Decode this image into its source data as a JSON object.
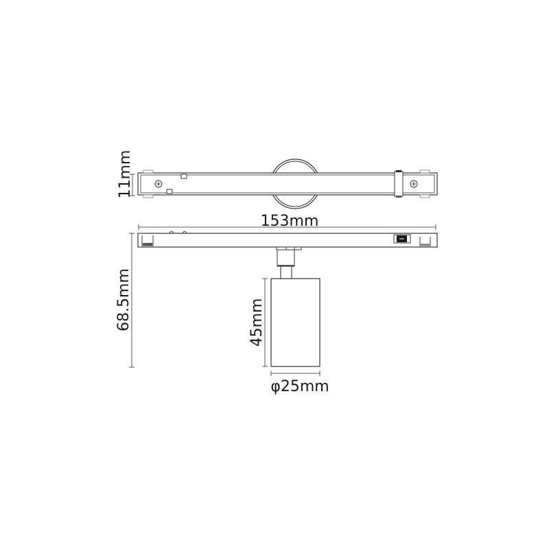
{
  "drawing": {
    "type": "technical-dimension-drawing",
    "subject": "magnetic track spotlight",
    "views": [
      "top-view",
      "side-view"
    ]
  },
  "dimensions": {
    "rail_height": "11mm",
    "rail_length": "153mm",
    "total_height": "68.5mm",
    "head_length": "45mm",
    "head_diameter": "φ25mm"
  },
  "colors": {
    "line": "#3a3a3a",
    "dim_line": "#555555",
    "text": "#1a1a1a",
    "background": "#ffffff"
  }
}
